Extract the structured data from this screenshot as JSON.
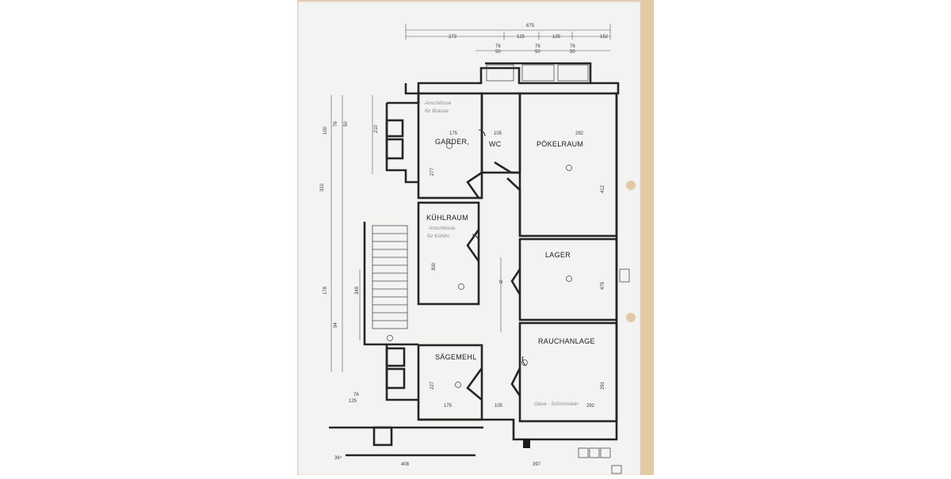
{
  "rooms": {
    "garderobe": "GARDER,",
    "wc": "WC",
    "poekelraum": "PÖKELRAUM",
    "kuehlraum": "KÜHLRAUM",
    "lager": "LAGER",
    "rauchanlage": "RAUCHANLAGE",
    "saegemehl": "SÄGEMEHL"
  },
  "notes": {
    "kuehlraum_line1": "Anschlüsse",
    "kuehlraum_line2": "für Kühlm.",
    "garderobe_line1": "Anschlüsse",
    "garderobe_line2": "für Brause",
    "rauchanlage": "Gase - Schornstein"
  },
  "dims": {
    "top_total": "675",
    "top_a": "273",
    "top_b": "125",
    "top_c": "125",
    "top_d": "152",
    "win_a": "76",
    "win_a2": "50",
    "win_b": "76",
    "win_b2": "50",
    "win_c": "76",
    "win_c2": "50",
    "garder_w": "175",
    "wc_w": "105",
    "poekel_w": "292",
    "garder_h": "277",
    "poekel_h": "412",
    "kuehl_h": "300",
    "lager_h": "475",
    "rauch_h": "291",
    "saege_h": "227",
    "saege_w": "175",
    "corr_w": "105",
    "rauch_w": "292",
    "left_310": "310",
    "left_100": "100",
    "left_76": "76",
    "left_50": "50",
    "left_178": "178",
    "left_94": "94",
    "left_349": "349",
    "left_210": "210",
    "bot_408": "408",
    "bot_397": "397",
    "bot_365": "36⁵",
    "bot_125": "125",
    "bot_76": "76",
    "n_mark": "N"
  }
}
